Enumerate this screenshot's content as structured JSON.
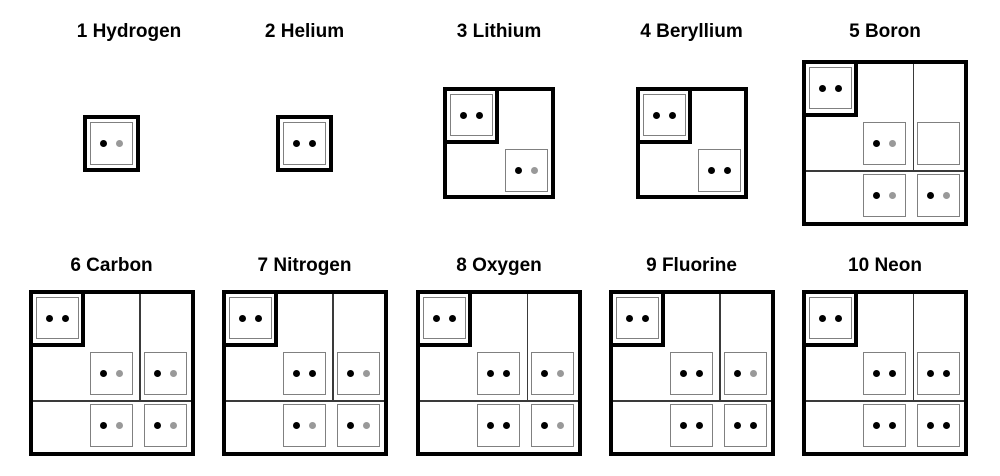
{
  "figure": {
    "background": "#ffffff",
    "title_text_color": "#000000"
  },
  "colors": {
    "electron": "#000000",
    "empty_slot": "#999999",
    "thick_border": "#000000",
    "thin_border": "#808080",
    "divider": "#3a3a3a"
  },
  "elements": [
    {
      "number": 1,
      "name": "Hydrogen",
      "label": "1 Hydrogen",
      "size": "small",
      "orbitals": {
        "s1": [
          "electron",
          "empty"
        ]
      }
    },
    {
      "number": 2,
      "name": "Helium",
      "label": "2 Helium",
      "size": "small",
      "orbitals": {
        "s1": [
          "electron",
          "electron"
        ]
      }
    },
    {
      "number": 3,
      "name": "Lithium",
      "label": "3 Lithium",
      "size": "medium",
      "orbitals": {
        "s1": [
          "electron",
          "electron"
        ],
        "s2": [
          "electron",
          "empty"
        ]
      }
    },
    {
      "number": 4,
      "name": "Beryllium",
      "label": "4 Beryllium",
      "size": "medium",
      "orbitals": {
        "s1": [
          "electron",
          "electron"
        ],
        "s2": [
          "electron",
          "electron"
        ]
      }
    },
    {
      "number": 5,
      "name": "Boron",
      "label": "5 Boron",
      "size": "large",
      "orbitals": {
        "s1": [
          "electron",
          "electron"
        ],
        "s2": [
          "electron",
          "empty"
        ],
        "p1": [],
        "p2": [
          "electron",
          "empty"
        ],
        "p3": [
          "electron",
          "empty"
        ]
      }
    },
    {
      "number": 6,
      "name": "Carbon",
      "label": "6 Carbon",
      "size": "large",
      "orbitals": {
        "s1": [
          "electron",
          "electron"
        ],
        "s2": [
          "electron",
          "empty"
        ],
        "p1": [
          "electron",
          "empty"
        ],
        "p2": [
          "electron",
          "empty"
        ],
        "p3": [
          "electron",
          "empty"
        ]
      }
    },
    {
      "number": 7,
      "name": "Nitrogen",
      "label": "7 Nitrogen",
      "size": "large",
      "orbitals": {
        "s1": [
          "electron",
          "electron"
        ],
        "s2": [
          "electron",
          "electron"
        ],
        "p1": [
          "electron",
          "empty"
        ],
        "p2": [
          "electron",
          "empty"
        ],
        "p3": [
          "electron",
          "empty"
        ]
      }
    },
    {
      "number": 8,
      "name": "Oxygen",
      "label": "8 Oxygen",
      "size": "large",
      "orbitals": {
        "s1": [
          "electron",
          "electron"
        ],
        "s2": [
          "electron",
          "electron"
        ],
        "p1": [
          "electron",
          "empty"
        ],
        "p2": [
          "electron",
          "electron"
        ],
        "p3": [
          "electron",
          "empty"
        ]
      }
    },
    {
      "number": 9,
      "name": "Fluorine",
      "label": "9 Fluorine",
      "size": "large",
      "orbitals": {
        "s1": [
          "electron",
          "electron"
        ],
        "s2": [
          "electron",
          "electron"
        ],
        "p1": [
          "electron",
          "empty"
        ],
        "p2": [
          "electron",
          "electron"
        ],
        "p3": [
          "electron",
          "electron"
        ]
      }
    },
    {
      "number": 10,
      "name": "Neon",
      "label": "10 Neon",
      "size": "large",
      "orbitals": {
        "s1": [
          "electron",
          "electron"
        ],
        "s2": [
          "electron",
          "electron"
        ],
        "p1": [
          "electron",
          "electron"
        ],
        "p2": [
          "electron",
          "electron"
        ],
        "p3": [
          "electron",
          "electron"
        ]
      }
    }
  ]
}
